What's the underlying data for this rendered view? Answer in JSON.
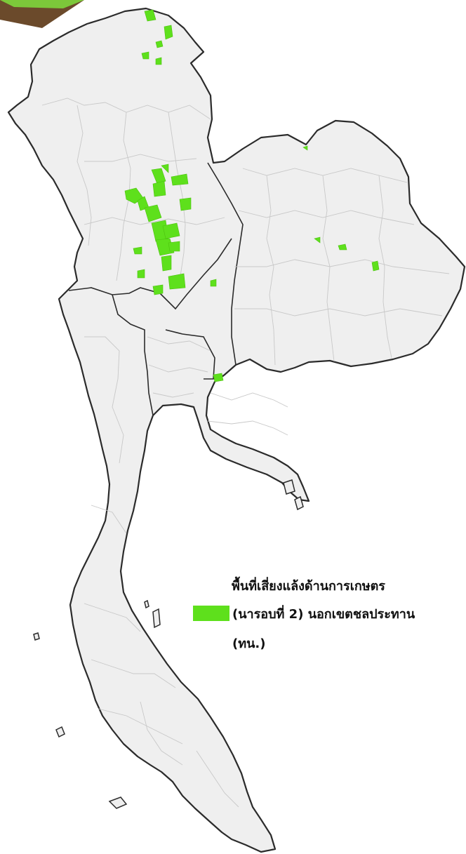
{
  "legend": {
    "title": "พื้นที่เสี่ยงแล้งด้านการเกษตร",
    "line2": "(นารอบที่ 2) นอกเขตชลประทาน",
    "line3": "(ทน.)",
    "swatch_color": "#5ee01c"
  },
  "colors": {
    "land": "#efefef",
    "border": "#2b2b2b",
    "risk_area": "#5ee01c"
  }
}
